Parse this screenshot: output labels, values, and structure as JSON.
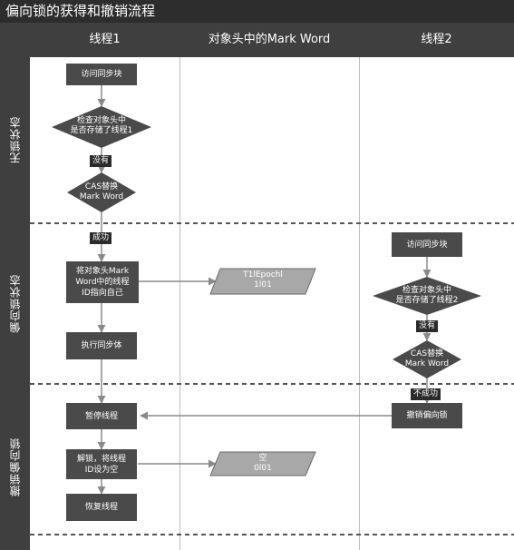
{
  "title": "偏向锁的获得和撤销流程",
  "columns": [
    "线程1",
    "对象头中的Mark Word",
    "线程2"
  ],
  "rows": [
    "无锁状态",
    "偏向锁状态",
    "撤销偏向锁"
  ],
  "thread1": {
    "visit_sync": "访问同步块",
    "check_mark": [
      "检查对象头中",
      "是否存储了线程1"
    ],
    "no_label": "没有",
    "cas": [
      "CAS替换",
      "Mark Word"
    ],
    "success_label": "成功",
    "set_mark": [
      "将对象头Mark",
      "Word中的线程",
      "ID指向自己"
    ],
    "exec_sync": "执行同步体",
    "pause": "暂停线程",
    "unlock": [
      "解锁，将线程",
      "ID设为空"
    ],
    "resume": "恢复线程"
  },
  "markword": {
    "biased": [
      "T1lEpochl",
      "1l01"
    ],
    "empty": [
      "空",
      "0l01"
    ]
  },
  "thread2": {
    "visit_sync": "访问同步块",
    "check_mark": [
      "检查对象头中",
      "是否存储了线程2"
    ],
    "no_label": "没有",
    "cas": [
      "CAS替换",
      "Mark Word"
    ],
    "fail_label": "不成功",
    "revoke": "撤销偏向锁"
  },
  "colors": {
    "header": "#3f3f3f",
    "box": "#4a4a4a",
    "parallelogram": "#a8a8a8",
    "title_bar": "#2d2d2d"
  }
}
